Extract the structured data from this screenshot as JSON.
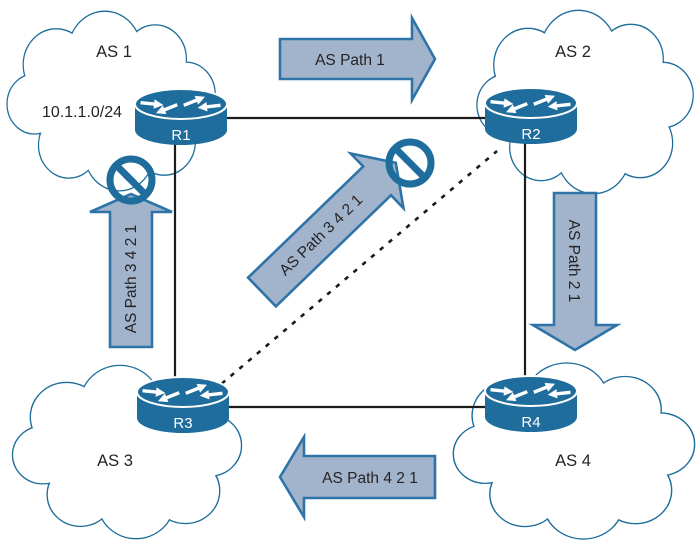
{
  "colors": {
    "outline_blue": "#1e6d9c",
    "arrow_fill": "#a2b4cb",
    "arrow_outline": "#2e74a8",
    "link": "#1c1c1c",
    "text": "#262324"
  },
  "icons": {
    "cloud": "cloud-icon",
    "router": "router-icon",
    "blocked": "no-entry-icon"
  },
  "clouds": [
    {
      "name": "AS 1",
      "prefix": "10.1.1.0/24",
      "router": "R1"
    },
    {
      "name": "AS 2",
      "router": "R2"
    },
    {
      "name": "AS 3",
      "router": "R3"
    },
    {
      "name": "AS 4",
      "router": "R4"
    }
  ],
  "links": [
    {
      "from": "R1",
      "to": "R2",
      "style": "solid"
    },
    {
      "from": "R2",
      "to": "R4",
      "style": "solid"
    },
    {
      "from": "R3",
      "to": "R4",
      "style": "solid"
    },
    {
      "from": "R1",
      "to": "R3",
      "style": "solid"
    },
    {
      "from": "R3",
      "to": "R2",
      "style": "dashed"
    }
  ],
  "as_path_arrows": [
    {
      "label": "AS Path 1",
      "direction": "right",
      "blocked": false
    },
    {
      "label": "AS Path 2 1",
      "direction": "down",
      "blocked": false
    },
    {
      "label": "AS Path 4 2 1",
      "direction": "left",
      "blocked": false
    },
    {
      "label": "AS Path 3 4 2 1",
      "direction": "up",
      "blocked": true
    },
    {
      "label": "AS Path 3 4 2 1",
      "direction": "diagonal-up-right",
      "blocked": true
    }
  ]
}
